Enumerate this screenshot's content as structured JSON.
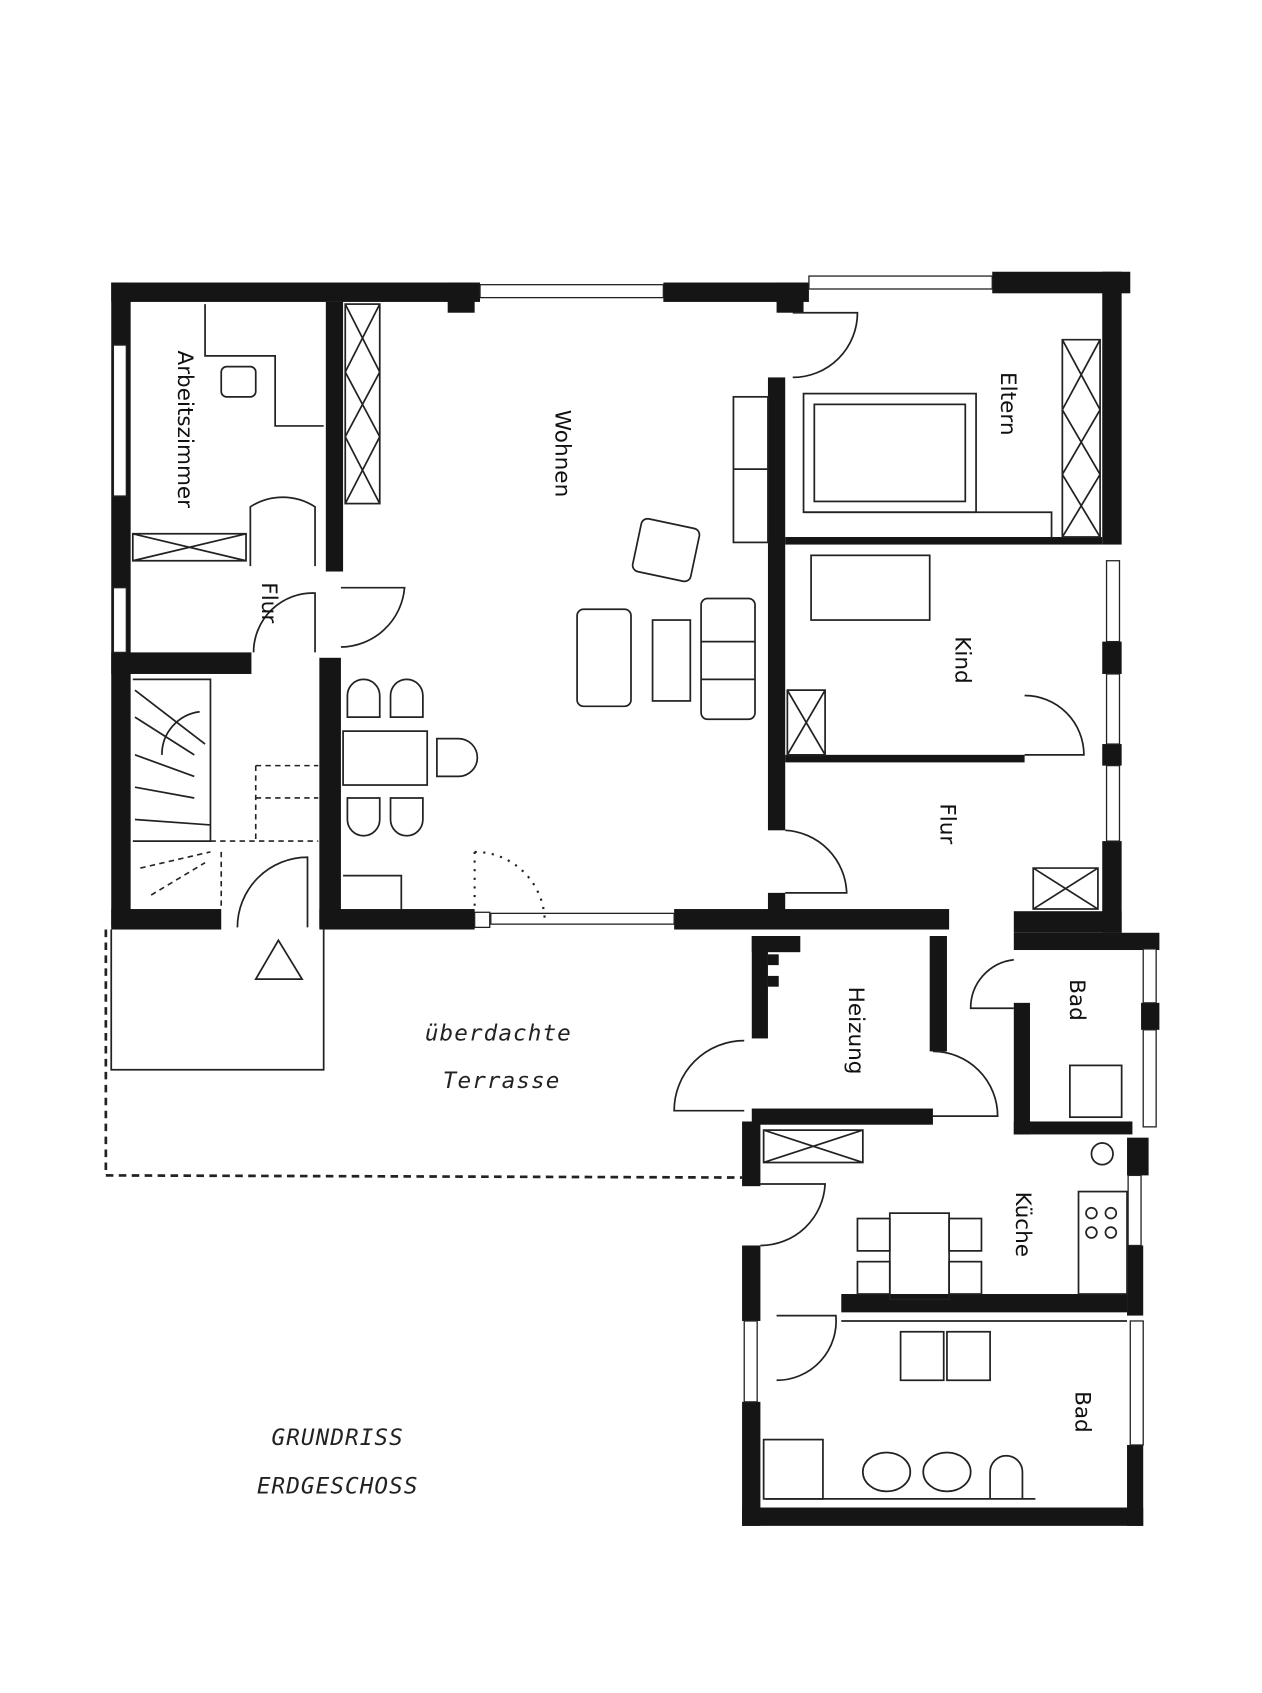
{
  "rooms": {
    "arbeitszimmer": "Arbeitszimmer",
    "wohnen": "Wohnen",
    "flur_left": "Flur",
    "eltern": "Eltern",
    "kind": "Kind",
    "flur_right": "Flur",
    "heizung": "Heizung",
    "bad_small": "Bad",
    "kueche": "Küche",
    "bad_large": "Bad"
  },
  "terrace": {
    "line1": "überdachte",
    "line2": "Terrasse"
  },
  "title": {
    "line1": "GRUNDRISS",
    "line2": "ERDGESCHOSS"
  },
  "colors": {
    "wall": "#151515",
    "background": "#ffffff"
  }
}
